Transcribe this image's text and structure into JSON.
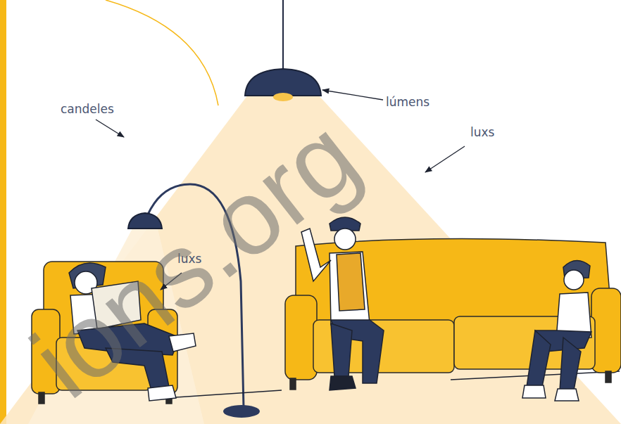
{
  "diagram": {
    "labels": [
      "lúmens",
      "candeles",
      "luxs",
      "luxs",
      "ions.org"
    ]
  }
}
